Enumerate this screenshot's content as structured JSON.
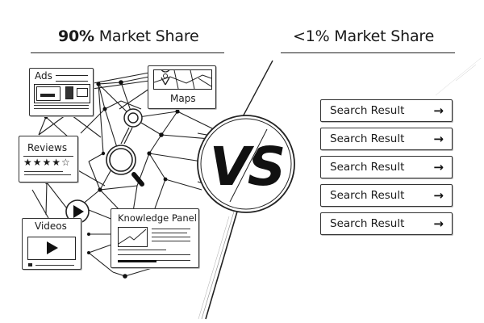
{
  "left_panel": {
    "heading_bold": "90%",
    "heading_rest": " Market Share",
    "cards": {
      "ads": {
        "title": "Ads",
        "icon": "ad-banner-icon"
      },
      "maps": {
        "title": "Maps",
        "icon": "map-pin-icon"
      },
      "reviews": {
        "title": "Reviews",
        "stars_filled": 4,
        "stars_total": 5,
        "rating_glyph": "★★★★☆"
      },
      "videos": {
        "title": "Videos",
        "icon": "play-icon"
      },
      "knowledge_panel": {
        "title": "Knowledge Panel",
        "icon": "line-chart-icon"
      }
    },
    "network_icons": [
      "magnifier-icon",
      "play-button-icon"
    ]
  },
  "center": {
    "badge_text": "VS"
  },
  "right_panel": {
    "heading": "<1% Market Share",
    "results": [
      {
        "label": "Search Result",
        "arrow": "→"
      },
      {
        "label": "Search Result",
        "arrow": "→"
      },
      {
        "label": "Search Result",
        "arrow": "→"
      },
      {
        "label": "Search Result",
        "arrow": "→"
      },
      {
        "label": "Search Result",
        "arrow": "→"
      }
    ]
  },
  "colors": {
    "ink": "#1a1a1a",
    "background": "#ffffff",
    "line": "#333333"
  }
}
